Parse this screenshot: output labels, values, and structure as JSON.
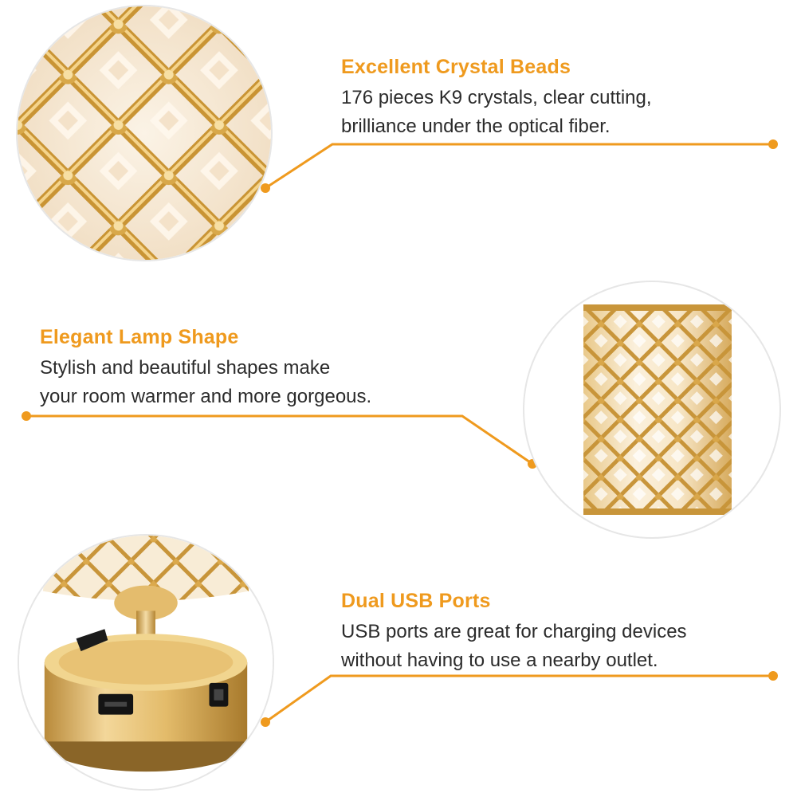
{
  "features": [
    {
      "title": "Excellent Crystal Beads",
      "desc_line1": "176 pieces K9 crystals, clear cutting,",
      "desc_line2": "brilliance under the optical fiber."
    },
    {
      "title": "Elegant Lamp Shape",
      "desc_line1": "Stylish and beautiful shapes make",
      "desc_line2": "your room warmer and more gorgeous."
    },
    {
      "title": "Dual USB Ports",
      "desc_line1": "USB ports are great for charging devices",
      "desc_line2": "without having to use a nearby outlet."
    }
  ],
  "colors": {
    "accent": "#ef9a1e",
    "text": "#2b2b2b",
    "gold": "#d9a742",
    "gold_dark": "#a8782a"
  },
  "icons": [
    "crystal-lattice-closeup-image",
    "crystal-lampshade-image",
    "lamp-base-usb-image"
  ]
}
